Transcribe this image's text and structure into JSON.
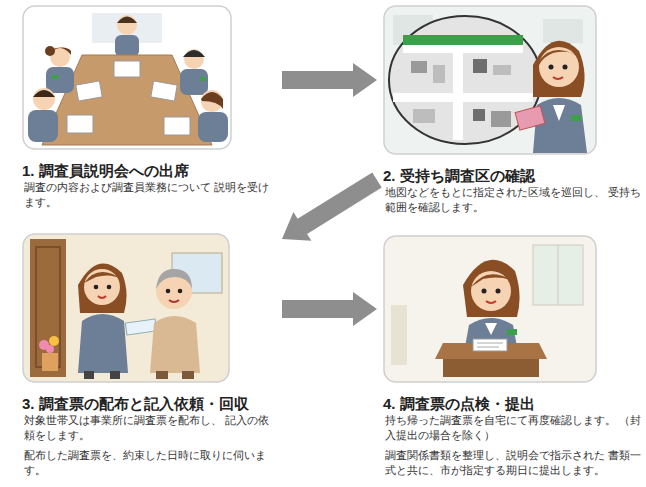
{
  "diagram": {
    "nodes": [
      {
        "text": [
          "1. 調査員説明会への出席",
          "調査の内容および調査員業務について 説明を受けます。"
        ]
      },
      {
        "text": [
          "2. 受持ち調査区の確認",
          "地図などをもとに指定された区域を巡回し、 受持ち範囲を確認します。"
        ]
      },
      {
        "text": [
          "3. 調査票の配布と記入依頼・回収",
          "対象世帯又は事業所に調査票を配布し、 記入の依頼をします。",
          "配布した調査票を、約束した日時に取りに伺います。"
        ]
      },
      {
        "text": [
          "4. 調査票の点検・提出",
          "持ち帰った調査票を自宅にて再度確認します。 （封入提出の場合を除く）",
          "調査関係書類を整理し、説明会で指示された 書類一式と共に、市が指定する期日に提出します。"
        ]
      }
    ],
    "edges": [
      {
        "from": 0,
        "to": 1,
        "arrow": "to"
      },
      {
        "from": 1,
        "to": 2,
        "arrow": "to"
      },
      {
        "from": 2,
        "to": 3,
        "arrow": "to"
      }
    ]
  }
}
